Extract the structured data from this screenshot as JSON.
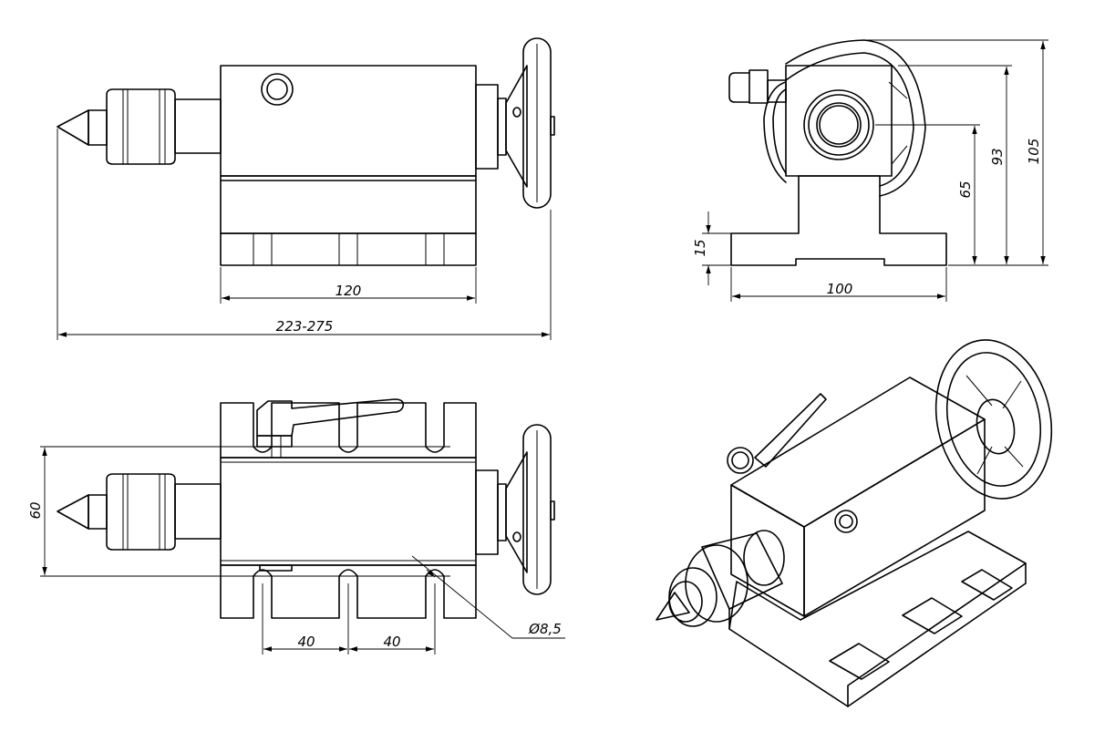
{
  "drawing": {
    "dimensions": {
      "front_length": "120",
      "overall_length": "223-275",
      "side_width": "100",
      "base_height": "15",
      "center_height": "65",
      "top_height": "93",
      "total_height": "105",
      "top_width": "60",
      "slot_pitch_1": "40",
      "slot_pitch_2": "40",
      "hole_diameter": "Ø8,5"
    }
  }
}
